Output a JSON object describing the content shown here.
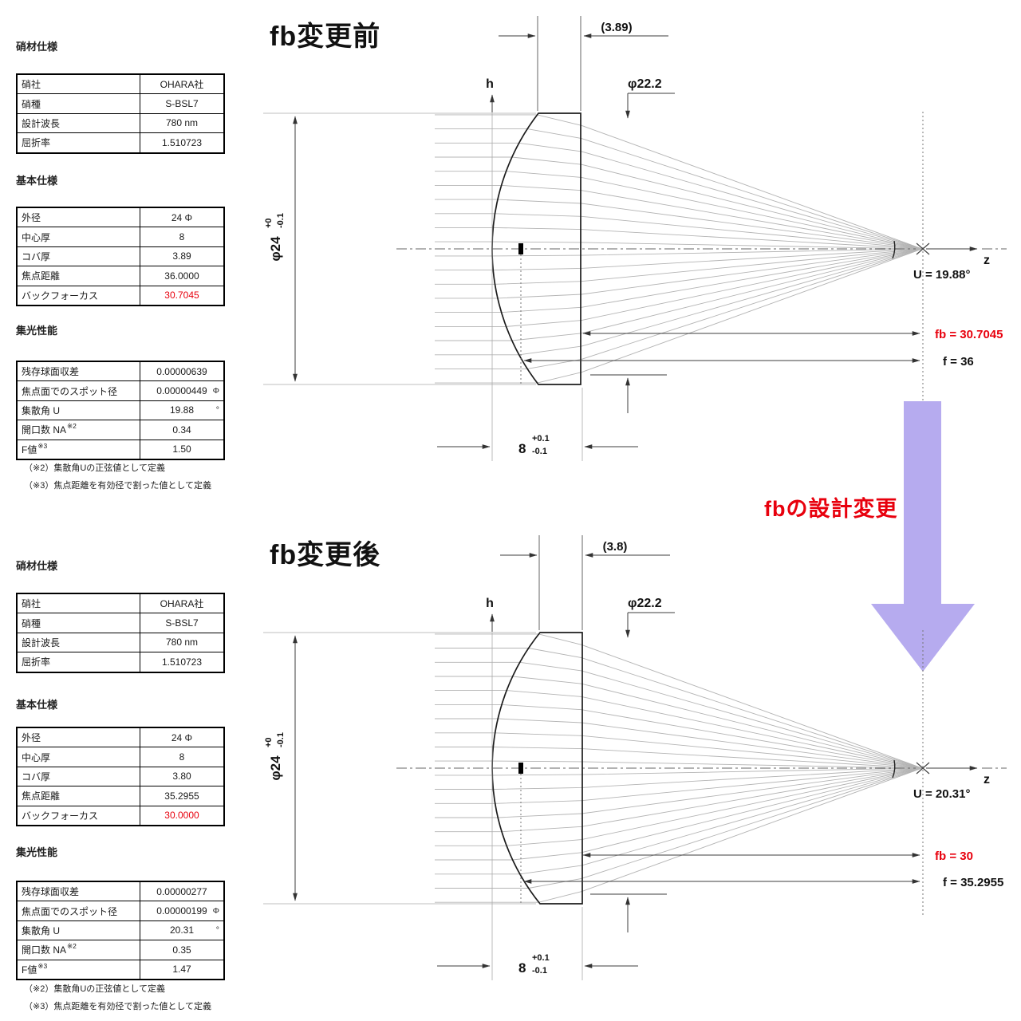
{
  "change_note": "fbの設計変更",
  "colors": {
    "accent_red": "#e8000d",
    "change_arrow_purple": "#b6abef",
    "ray_gray": "#b4b4b4"
  },
  "panels": {
    "before": {
      "title": "fb変更前",
      "sections": [
        {
          "heading": "硝材仕様",
          "rows": [
            {
              "label": "硝社",
              "value": "OHARA社"
            },
            {
              "label": "硝種",
              "value": "S-BSL7"
            },
            {
              "label": "設計波長",
              "value": "780 nm"
            },
            {
              "label": "屈折率",
              "value": "1.510723"
            }
          ]
        },
        {
          "heading": "基本仕様",
          "rows": [
            {
              "label": "外径",
              "value": "24 Φ"
            },
            {
              "label": "中心厚",
              "value": "8"
            },
            {
              "label": "コバ厚",
              "value": "3.89"
            },
            {
              "label": "焦点距離",
              "value": "36.0000"
            },
            {
              "label": "バックフォーカス",
              "value": "30.7045",
              "red": true
            }
          ]
        },
        {
          "heading": "集光性能",
          "rows": [
            {
              "label": "残存球面収差",
              "value": "0.00000639"
            },
            {
              "label": "焦点面でのスポット径",
              "value": "0.00000449",
              "unit": "Φ"
            },
            {
              "label": "集散角 U",
              "value": "19.88",
              "unit": "°"
            },
            {
              "label": "開口数 NA",
              "sup": "※2",
              "value": "0.34"
            },
            {
              "label": "F値",
              "sup": "※3",
              "value": "1.50"
            }
          ],
          "notes": [
            "（※2）集散角Uの正弦値として定義",
            "（※3）焦点距離を有効径で割った値として定義"
          ]
        }
      ],
      "diagram": {
        "edge_dim": "(3.89)",
        "aperture": "φ22.2",
        "h_axis": "h",
        "z_axis": "z",
        "dia": "φ24",
        "dia_tol_plus": "+0",
        "dia_tol_minus": "-0.1",
        "ct": "8",
        "ct_tol_plus": "+0.1",
        "ct_tol_minus": "-0.1",
        "angle": "U = 19.88°",
        "fb": "fb = 30.7045",
        "f": "f = 36"
      }
    },
    "after": {
      "title": "fb変更後",
      "sections": [
        {
          "heading": "硝材仕様",
          "rows": [
            {
              "label": "硝社",
              "value": "OHARA社"
            },
            {
              "label": "硝種",
              "value": "S-BSL7"
            },
            {
              "label": "設計波長",
              "value": "780 nm"
            },
            {
              "label": "屈折率",
              "value": "1.510723"
            }
          ]
        },
        {
          "heading": "基本仕様",
          "rows": [
            {
              "label": "外径",
              "value": "24 Φ"
            },
            {
              "label": "中心厚",
              "value": "8"
            },
            {
              "label": "コバ厚",
              "value": "3.80"
            },
            {
              "label": "焦点距離",
              "value": "35.2955"
            },
            {
              "label": "バックフォーカス",
              "value": "30.0000",
              "red": true
            }
          ]
        },
        {
          "heading": "集光性能",
          "rows": [
            {
              "label": "残存球面収差",
              "value": "0.00000277"
            },
            {
              "label": "焦点面でのスポット径",
              "value": "0.00000199",
              "unit": "Φ"
            },
            {
              "label": "集散角 U",
              "value": "20.31",
              "unit": "°"
            },
            {
              "label": "開口数 NA",
              "sup": "※2",
              "value": "0.35"
            },
            {
              "label": "F値",
              "sup": "※3",
              "value": "1.47"
            }
          ],
          "notes": [
            "（※2）集散角Uの正弦値として定義",
            "（※3）焦点距離を有効径で割った値として定義"
          ]
        }
      ],
      "diagram": {
        "edge_dim": "(3.8)",
        "aperture": "φ22.2",
        "h_axis": "h",
        "z_axis": "z",
        "dia": "φ24",
        "dia_tol_plus": "+0",
        "dia_tol_minus": "-0.1",
        "ct": "8",
        "ct_tol_plus": "+0.1",
        "ct_tol_minus": "-0.1",
        "angle": "U = 20.31°",
        "fb": "fb = 30",
        "f": "f = 35.2955"
      }
    }
  }
}
